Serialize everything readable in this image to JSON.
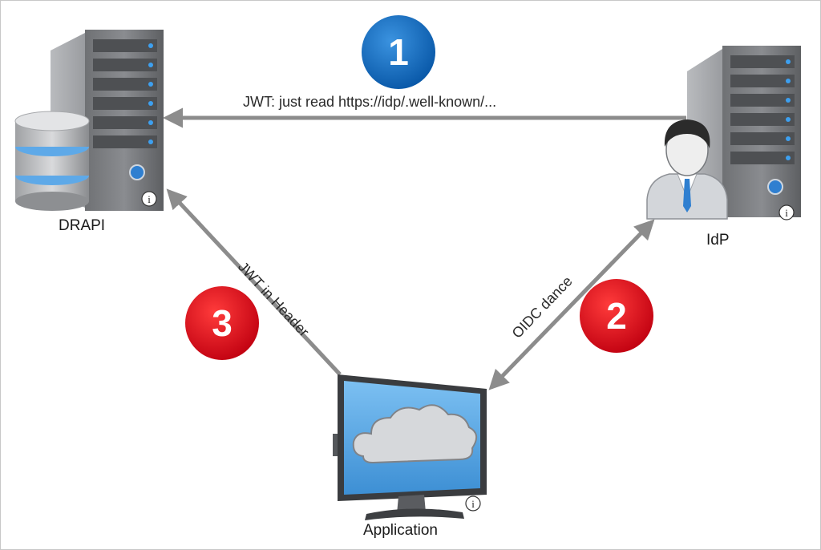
{
  "nodes": {
    "drapi": {
      "label": "DRAPI"
    },
    "idp": {
      "label": "IdP"
    },
    "application": {
      "label": "Application"
    }
  },
  "edges": {
    "idp_to_drapi": "JWT: just read https://idp/.well-known/...",
    "application_idp": "OIDC dance",
    "application_to_drapi": "JWT in Header"
  },
  "steps": {
    "one": "1",
    "two": "2",
    "three": "3"
  },
  "info_glyph": "i",
  "colors": {
    "arrow": "#8c8c8c",
    "step_blue": "#0b6bc2",
    "step_red": "#e1111b",
    "server_body": "#7d7f82",
    "screen": "#5aa9e6"
  }
}
